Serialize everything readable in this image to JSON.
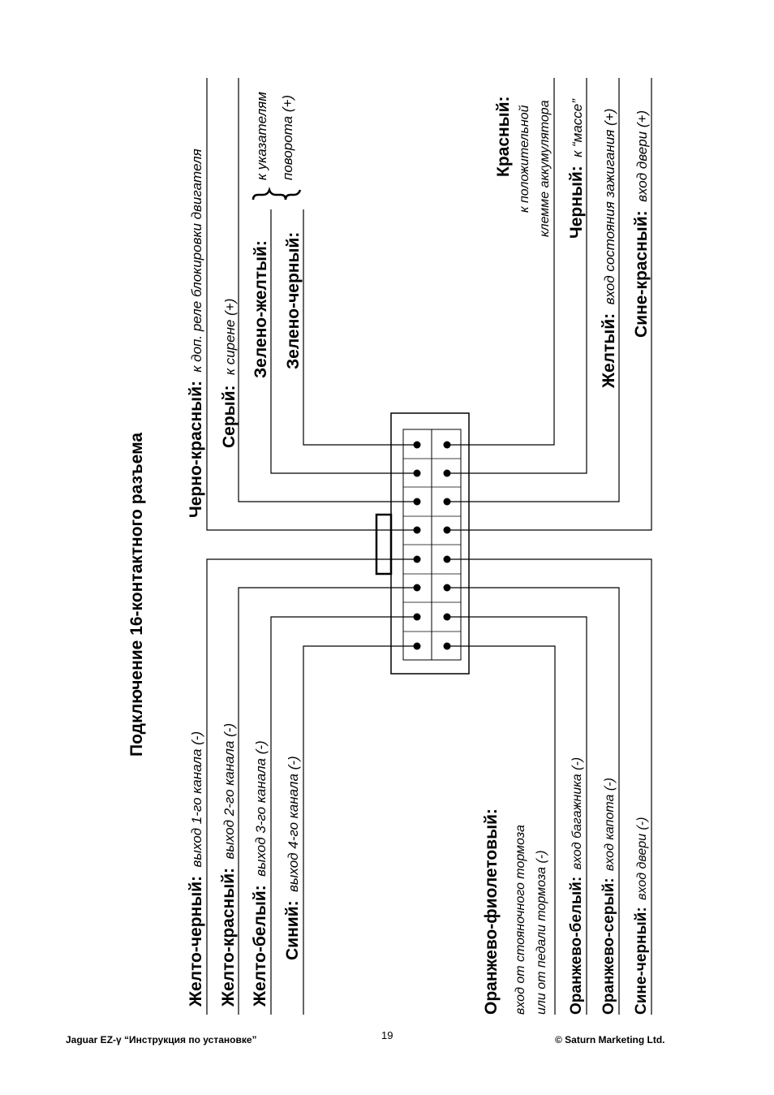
{
  "title": "Подключение 16-контактного разъема",
  "labels": {
    "cherno_krasny": {
      "name": "Черно-красный:",
      "desc": "к доп. реле блокировки двигателя"
    },
    "sery": {
      "name": "Серый:",
      "desc": "к сирене (+)"
    },
    "zeleno_zhelty": {
      "name": "Зелено-желтый:"
    },
    "zeleno_cherny": {
      "name": "Зелено-черный:"
    },
    "turn_signal_desc1": "к указателям",
    "turn_signal_desc2": "поворота (+)",
    "krasny": {
      "name": "Красный:",
      "desc1": "к положительной",
      "desc2": "клемме аккумулятора"
    },
    "cherny": {
      "name": "Черный:",
      "desc": "к “массе”"
    },
    "zhelty": {
      "name": "Желтый:",
      "desc": "вход состояния зажигания (+)"
    },
    "sine_krasny": {
      "name": "Сине-красный:",
      "desc": "вход двери (+)"
    },
    "zhelto_cherny": {
      "name": "Желто-черный:",
      "desc": "выход 1-го канала (-)"
    },
    "zhelto_krasny": {
      "name": "Желто-красный:",
      "desc": "выход 2-го канала (-)"
    },
    "zhelto_bely": {
      "name": "Желто-белый:",
      "desc": "выход 3-го канала (-)"
    },
    "siny": {
      "name": "Синий:",
      "desc": "выход 4-го канала (-)"
    },
    "oranzhevo_fioletovy": {
      "name": "Оранжево-фиолетовый:",
      "desc1": "вход от стояночного тормоза",
      "desc2": "или от педали тормоза (-)"
    },
    "oranzhevo_bely": {
      "name": "Оранжево-белый:",
      "desc": "вход багажника (-)"
    },
    "oranzhevo_sery": {
      "name": "Оранжево-серый:",
      "desc": "вход капота (-)"
    },
    "sine_cherny": {
      "name": "Сине-черный:",
      "desc": "вход двери (-)"
    }
  },
  "footer": {
    "left": "Jaguar EZ-γ “Инструкция по установке”",
    "page": "19",
    "right": "© Saturn Marketing Ltd."
  }
}
